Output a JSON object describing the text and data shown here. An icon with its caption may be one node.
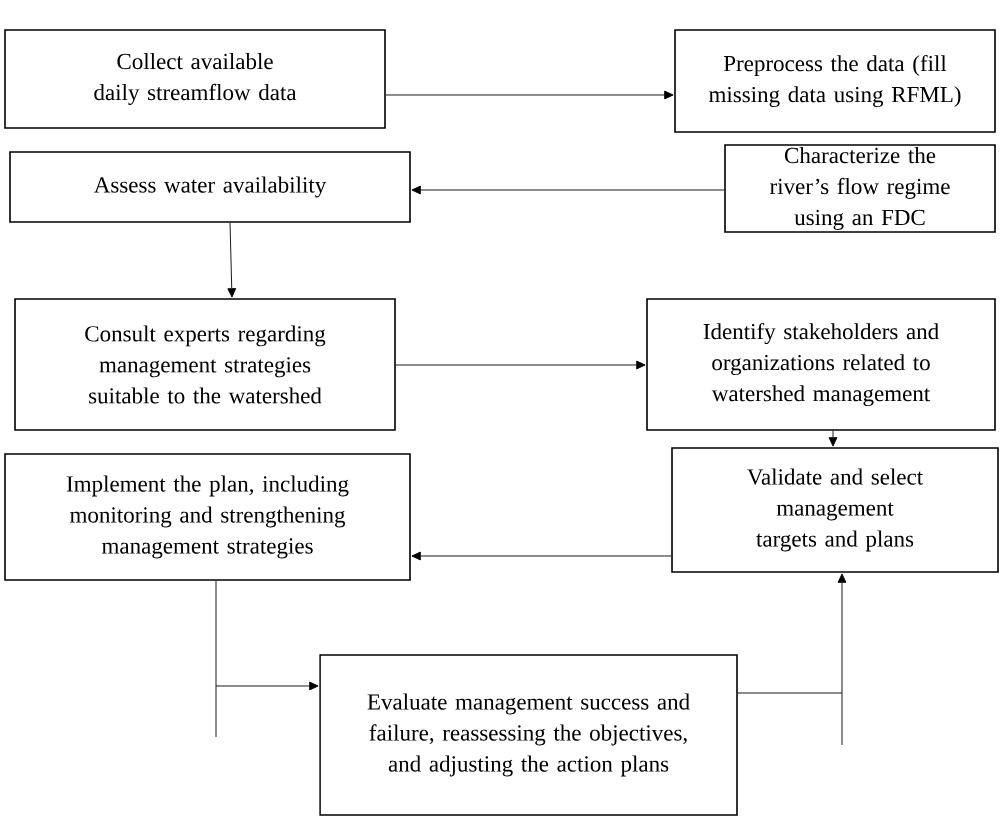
{
  "diagram": {
    "nodes": [
      {
        "text": [
          "Collect available daily streamflow data"
        ]
      },
      {
        "text": [
          "Preprocess the data (fill missing data using RFML)"
        ]
      },
      {
        "text": [
          "Characterize the river’s flow regime using an FDC"
        ]
      },
      {
        "text": [
          "Assess water availability"
        ]
      },
      {
        "text": [
          "Consult experts regarding management strategies suitable to the watershed"
        ]
      },
      {
        "text": [
          "Identify stakeholders and organizations related to watershed management"
        ]
      },
      {
        "text": [
          "Validate and select management targets and plans"
        ]
      },
      {
        "text": [
          "Implement the plan, including monitoring and strengthening management strategies"
        ]
      },
      {
        "text": [
          "Evaluate management success and failure, reassessing the objectives, and adjusting the action plans"
        ]
      }
    ],
    "edges": [
      {
        "from": 0,
        "to": 1,
        "arrow": "to"
      },
      {
        "from": 2,
        "to": 3,
        "arrow": "to"
      },
      {
        "from": 3,
        "to": 4,
        "arrow": "to"
      },
      {
        "from": 4,
        "to": 5,
        "arrow": "to"
      },
      {
        "from": 5,
        "to": 6,
        "arrow": "to"
      },
      {
        "from": 6,
        "to": 7,
        "arrow": "to"
      },
      {
        "from": 7,
        "to": 8,
        "arrow": "to"
      },
      {
        "from": 8,
        "to": 6,
        "arrow": "to"
      }
    ]
  }
}
